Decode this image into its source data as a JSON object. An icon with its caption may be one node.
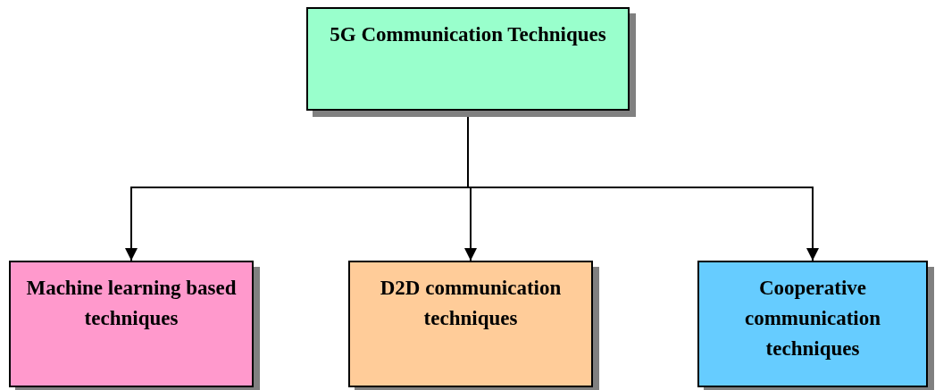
{
  "diagram": {
    "nodes": [
      {
        "text": [
          "5G Communication Techniques"
        ]
      },
      {
        "text": [
          "Machine learning based techniques"
        ]
      },
      {
        "text": [
          "D2D communication techniques"
        ]
      },
      {
        "text": [
          "Cooperative communication techniques"
        ]
      }
    ],
    "edges": [
      {
        "from": 0,
        "to": 1,
        "arrow": "to"
      },
      {
        "from": 0,
        "to": 2,
        "arrow": "to"
      },
      {
        "from": 0,
        "to": 3,
        "arrow": "to"
      }
    ]
  }
}
